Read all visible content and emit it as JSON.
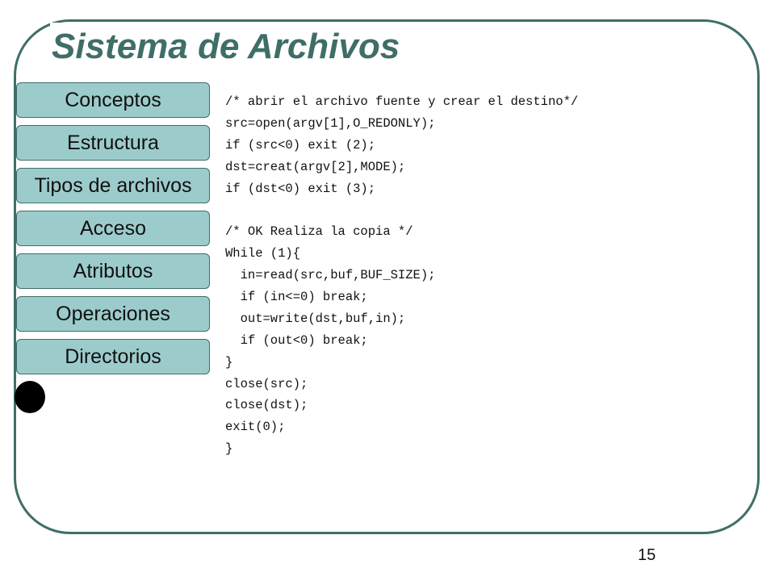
{
  "slide": {
    "title": "Sistema de Archivos",
    "page_number": "15"
  },
  "nav": {
    "items": [
      {
        "label": "Conceptos"
      },
      {
        "label": "Estructura"
      },
      {
        "label": "Tipos de archivos"
      },
      {
        "label": "Acceso"
      },
      {
        "label": "Atributos"
      },
      {
        "label": "Operaciones",
        "active": true
      },
      {
        "label": "Directorios"
      }
    ]
  },
  "code": {
    "lines": [
      "/* abrir el archivo fuente y crear el destino*/",
      "src=open(argv[1],O_REDONLY);",
      "if (src<0) exit (2);",
      "dst=creat(argv[2],MODE);",
      "if (dst<0) exit (3);",
      "",
      "/* OK Realiza la copia */",
      "While (1){",
      "  in=read(src,buf,BUF_SIZE);",
      "  if (in<=0) break;",
      "  out=write(dst,buf,in);",
      "  if (out<0) break;",
      "}",
      "close(src);",
      "close(dst);",
      "exit(0);",
      "}"
    ]
  },
  "colors": {
    "frame": "#3f6e68",
    "title": "#3f6e68",
    "nav_fill": "#9ccbcc",
    "marker": "#000000"
  }
}
